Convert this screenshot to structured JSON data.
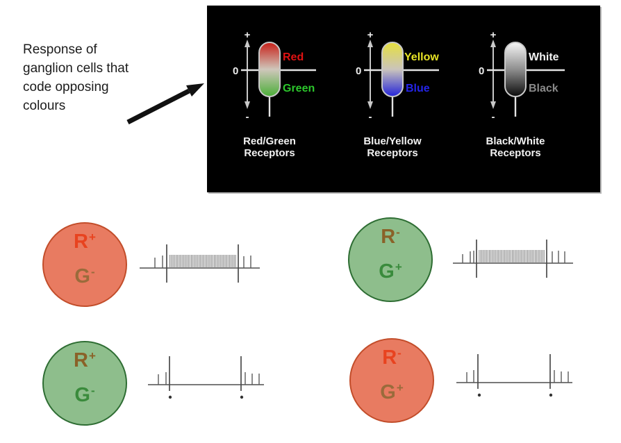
{
  "annotation": {
    "lines": [
      "Response of",
      "ganglion cells that",
      "code opposing",
      "colours"
    ]
  },
  "panel": {
    "background": "#000000",
    "axis": {
      "plus": "+",
      "zero": "0",
      "minus": "-"
    },
    "receptors": [
      {
        "name": "red-green",
        "positive_label": "Red",
        "negative_label": "Green",
        "positive_color": "#e01212",
        "negative_color": "#2cc72c",
        "gradient": [
          "#c71f18",
          "#cfc7bb",
          "#4aae37"
        ],
        "caption": [
          "Red/Green",
          "Receptors"
        ]
      },
      {
        "name": "blue-yellow",
        "positive_label": "Yellow",
        "negative_label": "Blue",
        "positive_color": "#e8e426",
        "negative_color": "#2424e8",
        "gradient": [
          "#e6e03e",
          "#cac4bc",
          "#2323d8"
        ],
        "caption": [
          "Blue/Yellow",
          "Receptors"
        ]
      },
      {
        "name": "black-white",
        "positive_label": "White",
        "negative_label": "Black",
        "positive_color": "#f2f2f2",
        "negative_color": "#8a8a8a",
        "gradient": [
          "#f6f6f6",
          "#8e8e8e",
          "#0a0a0a"
        ],
        "caption": [
          "Black/White",
          "Receptors"
        ]
      }
    ]
  },
  "cells": [
    {
      "name": "red-on-center",
      "fill": "#e87b61",
      "border": "#c24d2a",
      "response": "burst-during-stimulus",
      "labels": [
        {
          "letter": "R",
          "sign": "+",
          "color": "#e8431f"
        },
        {
          "letter": "G",
          "sign": "-",
          "color": "#9a6b3b"
        }
      ]
    },
    {
      "name": "green-on-center",
      "fill": "#8ebe8c",
      "border": "#2e6d33",
      "response": "burst-during-stimulus",
      "labels": [
        {
          "letter": "R",
          "sign": "-",
          "color": "#8a6228"
        },
        {
          "letter": "G",
          "sign": "+",
          "color": "#3a8b3c"
        }
      ]
    },
    {
      "name": "green-center-suppressed",
      "fill": "#8ebe8c",
      "border": "#2e6d33",
      "response": "suppressed-during-stimulus",
      "labels": [
        {
          "letter": "R",
          "sign": "+",
          "color": "#8a6228"
        },
        {
          "letter": "G",
          "sign": "-",
          "color": "#3a8b3c"
        }
      ]
    },
    {
      "name": "red-center-suppressed",
      "fill": "#e87b61",
      "border": "#c24d2a",
      "response": "suppressed-during-stimulus",
      "labels": [
        {
          "letter": "R",
          "sign": "-",
          "color": "#e8431f"
        },
        {
          "letter": "G",
          "sign": "+",
          "color": "#9a6b3b"
        }
      ]
    }
  ]
}
